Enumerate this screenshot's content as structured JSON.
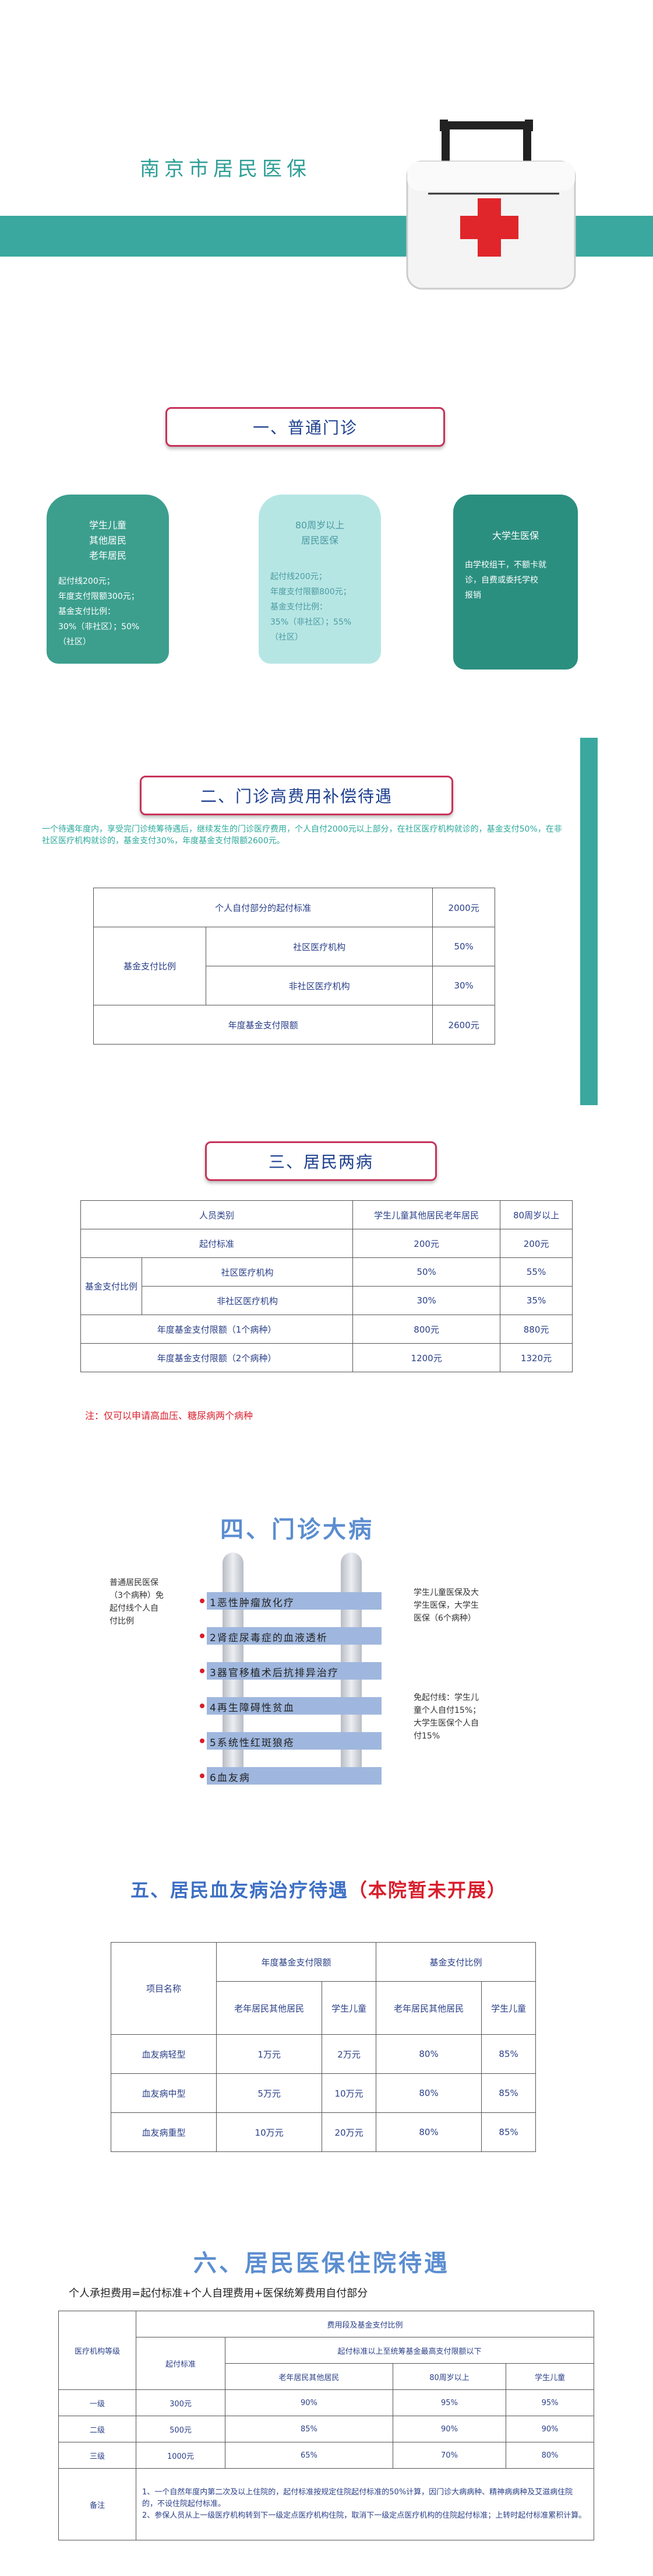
{
  "header": {
    "title": "南京市居民医保"
  },
  "s1": {
    "title": "一、普通门诊",
    "cards": [
      {
        "head": [
          "学生儿童",
          "其他居民",
          "老年居民"
        ],
        "lines": [
          "起付线200元；",
          "年度支付限额300元；",
          "基金支付比例：",
          "30%（非社区）；50%",
          "（社区）"
        ]
      },
      {
        "head": [
          "80周岁以上",
          "居民医保"
        ],
        "lines": [
          "起付线200元；",
          "年度支付限额800元；",
          "基金支付比例：",
          "35%（非社区）；55%",
          "（社区）"
        ]
      },
      {
        "head": [
          "大学生医保"
        ],
        "lines": [
          "由学校组干，不额卡就",
          "诊，自费或委托学校",
          "报销"
        ]
      }
    ]
  },
  "s2": {
    "title": "二、门诊高费用补偿待遇",
    "intro": "一个待遇年度内，享受完门诊统筹待遇后，继续发生的门诊医疗费用，个人自付2000元以上部分，在社区医疗机构就诊的，基金支付50%，在非社区医疗机构就诊的，基金支付30%，年度基金支付限额2600元。",
    "rows": [
      {
        "label": "个人自付部分的起付标准",
        "value": "2000元"
      },
      {
        "group": "基金支付比例",
        "sub": "社区医疗机构",
        "value": "50%"
      },
      {
        "sub": "非社区医疗机构",
        "value": "30%"
      },
      {
        "label": "年度基金支付限额",
        "value": "2600元"
      }
    ]
  },
  "s3": {
    "title": "三、居民两病",
    "header": [
      "人员类别",
      "学生儿童其他居民老年居民",
      "80周岁以上"
    ],
    "rows": [
      [
        "起付标准",
        "200元",
        "200元"
      ],
      [
        "社区医疗机构",
        "50%",
        "55%"
      ],
      [
        "非社区医疗机构",
        "30%",
        "35%"
      ],
      [
        "年度基金支付限额（1个病种）",
        "800元",
        "880元"
      ],
      [
        "年度基金支付限额（2个病种）",
        "1200元",
        "1320元"
      ]
    ],
    "group": "基金支付比例",
    "note": "注：仅可以申请高血压、糖尿病两个病种"
  },
  "s4": {
    "title": "四、门诊大病",
    "left_note": [
      "普通居民医保",
      "（3个病种）免",
      "起付线个人自",
      "付比例"
    ],
    "items": [
      "1恶性肿瘤放化疗",
      "2肾症尿毒症的血液透析",
      "3器官移植术后抗排异治疗",
      "4再生障碍性贫血",
      "5系统性红斑狼疮",
      "6血友病"
    ],
    "right_note1": [
      "学生儿童医保及大",
      "学生医保，大学生",
      "医保（6个病种）"
    ],
    "right_note2": [
      "免起付线：学生儿",
      "童个人自付15%；",
      "大学生医保个人自",
      "付15%"
    ]
  },
  "s5": {
    "title": "五、居民血友病治疗待遇",
    "title_red": "（本院暂未开展）",
    "col_group1": "年度基金支付限额",
    "col_group2": "基金支付比例",
    "item": "项目名称",
    "sub": [
      "老年居民其他居民",
      "学生儿童",
      "老年居民其他居民",
      "学生儿童"
    ],
    "rows": [
      [
        "血友病轻型",
        "1万元",
        "2万元",
        "80%",
        "85%"
      ],
      [
        "血友病中型",
        "5万元",
        "10万元",
        "80%",
        "85%"
      ],
      [
        "血友病重型",
        "10万元",
        "20万元",
        "80%",
        "85%"
      ]
    ]
  },
  "s6": {
    "title": "六、居民医保住院待遇",
    "formula": "个人承担费用=起付标准+个人自理费用+医保统筹费用自付部分",
    "h_level": "医疗机构等级",
    "h_group": "费用段及基金支付比例",
    "h_qifu": "起付标准",
    "h_sub": "起付标准以上至统筹基金最高支付限额以下",
    "h_cols": [
      "老年居民其他居民",
      "80周岁以上",
      "学生儿童"
    ],
    "rows": [
      [
        "一级",
        "300元",
        "90%",
        "95%",
        "95%"
      ],
      [
        "二级",
        "500元",
        "85%",
        "90%",
        "90%"
      ],
      [
        "三级",
        "1000元",
        "65%",
        "70%",
        "80%"
      ]
    ],
    "remark_label": "备注",
    "remarks": [
      "1、一个自然年度内第二次及以上住院的，起付标准按规定住院起付标准的50%计算，因门诊大病病种、精神病病种及艾滋病住院的，不设住院起付标准。",
      "2、参保人员从上一级医疗机构转到下一级定点医疗机构住院，取消下一级定点医疗机构的住院起付标准；上转时起付标准累积计算。"
    ]
  },
  "colors": {
    "teal": "#3aa89e",
    "navy": "#1d3f8f",
    "red": "#d81e2c",
    "bar": "#9fb7de"
  }
}
